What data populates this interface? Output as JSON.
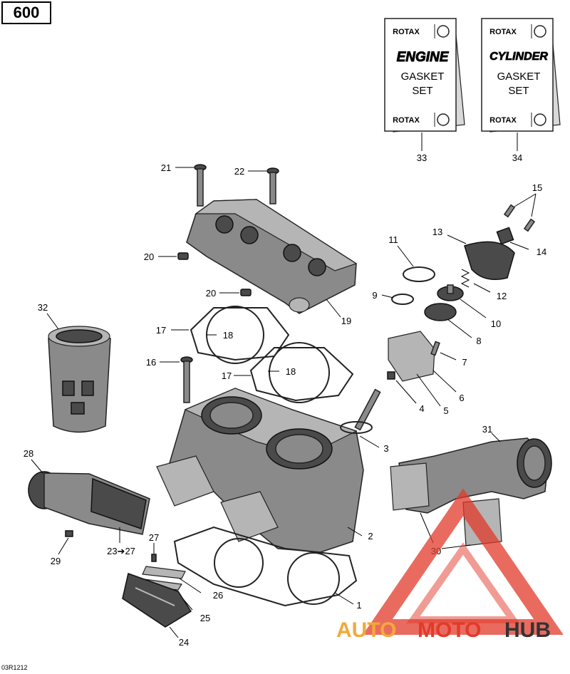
{
  "header": {
    "engine_badge": "600"
  },
  "footer": {
    "doc_ref": "03R1212"
  },
  "kits": [
    {
      "brand": "ROTAX",
      "line1": "ENGINE",
      "line2": "GASKET",
      "line3": "SET",
      "callout": "33"
    },
    {
      "brand": "ROTAX",
      "line1": "CYLINDER",
      "line2": "GASKET",
      "line3": "SET",
      "callout": "34"
    }
  ],
  "callouts": {
    "c1": "1",
    "c2": "2",
    "c3": "3",
    "c4": "4",
    "c5": "5",
    "c6": "6",
    "c7": "7",
    "c8": "8",
    "c9": "9",
    "c10": "10",
    "c11": "11",
    "c12": "12",
    "c13": "13",
    "c14": "14",
    "c15": "15",
    "c16": "16",
    "c17a": "17",
    "c17b": "17",
    "c18a": "18",
    "c18b": "18",
    "c19": "19",
    "c20a": "20",
    "c20b": "20",
    "c21": "21",
    "c22": "22",
    "c2327": "23➔27",
    "c24": "24",
    "c25": "25",
    "c26": "26",
    "c27": "27",
    "c28": "28",
    "c29": "29",
    "c30": "30",
    "c31": "31",
    "c32": "32"
  },
  "watermark": {
    "part1": "AUTO",
    "part2": "MOTO",
    "part3": "HUB"
  },
  "colors": {
    "watermark_red": "#e23a2a",
    "watermark_orange": "#f2a93b",
    "watermark_dark": "#333333"
  }
}
